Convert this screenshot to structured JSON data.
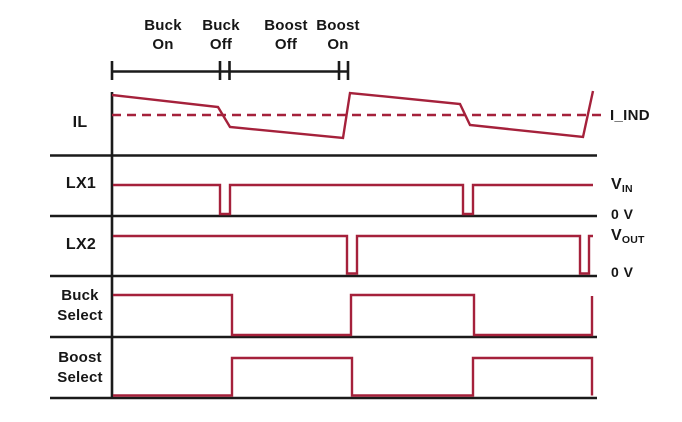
{
  "colors": {
    "waveform": "#A5213B",
    "line": "#1A1A1A",
    "background": "#FFFFFF"
  },
  "timeline_phases": [
    {
      "line1": "Buck",
      "line2": "On"
    },
    {
      "line1": "Buck",
      "line2": "Off"
    },
    {
      "line1": "Boost",
      "line2": "Off"
    },
    {
      "line1": "Boost",
      "line2": "On"
    }
  ],
  "signal_labels": {
    "il": "IL",
    "lx1": "LX1",
    "lx2": "LX2",
    "buck_select_line1": "Buck",
    "buck_select_line2": "Select",
    "boost_select_line1": "Boost",
    "boost_select_line2": "Select"
  },
  "level_labels": {
    "i_ind": "I_IND",
    "vin_main": "V",
    "vin_sub": "IN",
    "vout_main": "V",
    "vout_sub": "OUT",
    "lx1_zero": "0 V",
    "lx2_zero": "0 V"
  },
  "chart_data": {
    "type": "timing-diagram",
    "title": "",
    "x_axis": "time (no scale shown, two switching cycles)",
    "phases_per_cycle": [
      "Buck On",
      "Buck Off",
      "Boost Off",
      "Boost On"
    ],
    "signals": [
      {
        "name": "IL",
        "kind": "analog",
        "description": "Inductor current: shallow down-ramp during Buck On, step down at Buck Off, shallow down-ramp during Boost Off, sharp step up at Boost On; dashed horizontal line marks average current I_IND"
      },
      {
        "name": "LX1",
        "kind": "digital",
        "high_level": "V_IN",
        "low_level": "0 V",
        "pattern": "high, narrow low pulse at Buck Off instant, high (repeats each cycle)"
      },
      {
        "name": "LX2",
        "kind": "digital",
        "high_level": "V_OUT",
        "low_level": "0 V",
        "pattern": "high, narrow low pulse at Boost On instant, high (repeats each cycle)"
      },
      {
        "name": "Buck Select",
        "kind": "digital",
        "pattern": "high during Buck On/Buck Off half-cycle, low during Boost Off/Boost On half-cycle"
      },
      {
        "name": "Boost Select",
        "kind": "digital",
        "pattern": "low during Buck On/Buck Off half-cycle, high during Boost Off/Boost On half-cycle"
      }
    ],
    "geometry": {
      "black_lines": [
        [
          50,
          155.5,
          597,
          155.5
        ],
        [
          50,
          216,
          597,
          216
        ],
        [
          50,
          276,
          597,
          276
        ],
        [
          50,
          337,
          597,
          337
        ],
        [
          50,
          398,
          597,
          398
        ],
        [
          112,
          92,
          112,
          398
        ],
        [
          112,
          71.5,
          348,
          71.5
        ],
        [
          112,
          61,
          112,
          80
        ],
        [
          220,
          61,
          220,
          80
        ],
        [
          229.5,
          61,
          229.5,
          80
        ],
        [
          339,
          61,
          339,
          80
        ],
        [
          348,
          61,
          348,
          80
        ]
      ],
      "red_polylines": [
        [
          [
            112,
            95
          ],
          [
            218,
            107
          ],
          [
            230,
            127
          ],
          [
            343,
            138
          ],
          [
            350,
            93
          ],
          [
            460,
            104
          ],
          [
            470,
            125
          ],
          [
            583,
            137
          ],
          [
            593,
            91
          ]
        ],
        [
          [
            113,
            185
          ],
          [
            220,
            185
          ],
          [
            220,
            214
          ],
          [
            230,
            214
          ],
          [
            230,
            185
          ],
          [
            463,
            185
          ],
          [
            463,
            214
          ],
          [
            473,
            214
          ],
          [
            473,
            185
          ],
          [
            593,
            185
          ]
        ],
        [
          [
            113,
            236
          ],
          [
            347,
            236
          ],
          [
            347,
            273.5
          ],
          [
            357,
            273.5
          ],
          [
            357,
            236
          ],
          [
            580,
            236
          ],
          [
            580,
            273.5
          ],
          [
            589,
            273.5
          ],
          [
            589,
            236
          ],
          [
            593,
            236
          ]
        ],
        [
          [
            113,
            295
          ],
          [
            232,
            295
          ],
          [
            232,
            335
          ],
          [
            351,
            335
          ],
          [
            351,
            295
          ],
          [
            474,
            295
          ],
          [
            474,
            335
          ],
          [
            592,
            335
          ],
          [
            592,
            296
          ]
        ],
        [
          [
            113,
            395.5
          ],
          [
            232,
            395.5
          ],
          [
            232,
            358
          ],
          [
            352,
            358
          ],
          [
            352,
            395.5
          ],
          [
            473,
            395.5
          ],
          [
            473,
            358
          ],
          [
            592,
            358
          ],
          [
            592,
            395.5
          ]
        ]
      ],
      "red_dashed_line": [
        112,
        115,
        604,
        115
      ]
    }
  }
}
